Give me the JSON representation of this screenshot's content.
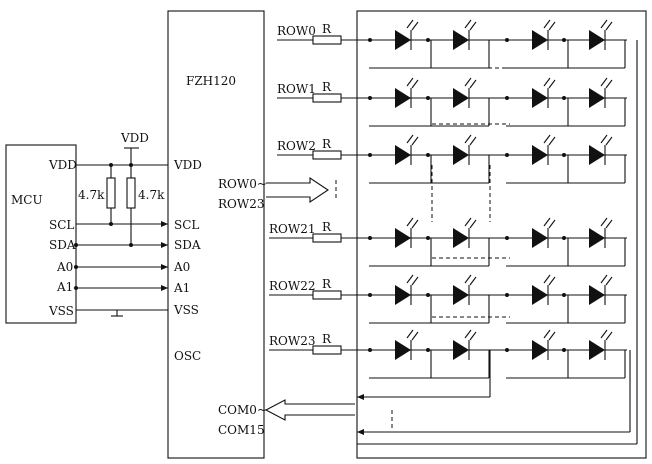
{
  "mcu": {
    "title": "MCU",
    "pins": [
      "VDD",
      "SCL",
      "SDA",
      "A0",
      "A1",
      "VSS"
    ]
  },
  "pullups": {
    "supply": "VDD",
    "r1": "4.7k",
    "r2": "4.7k"
  },
  "chip": {
    "title": "FZH120",
    "left_pins": [
      "VDD",
      "SCL",
      "SDA",
      "A0",
      "A1",
      "VSS",
      "OSC"
    ],
    "row_bus_line1": "ROW0~",
    "row_bus_line2": "ROW23",
    "com_bus_line1": "COM0~",
    "com_bus_line2": "COM15"
  },
  "rows": [
    {
      "label": "ROW0",
      "resistor": "R"
    },
    {
      "label": "ROW1",
      "resistor": "R"
    },
    {
      "label": "ROW2",
      "resistor": "R"
    },
    {
      "label": "ROW21",
      "resistor": "R"
    },
    {
      "label": "ROW22",
      "resistor": "R"
    },
    {
      "label": "ROW23",
      "resistor": "R"
    }
  ]
}
